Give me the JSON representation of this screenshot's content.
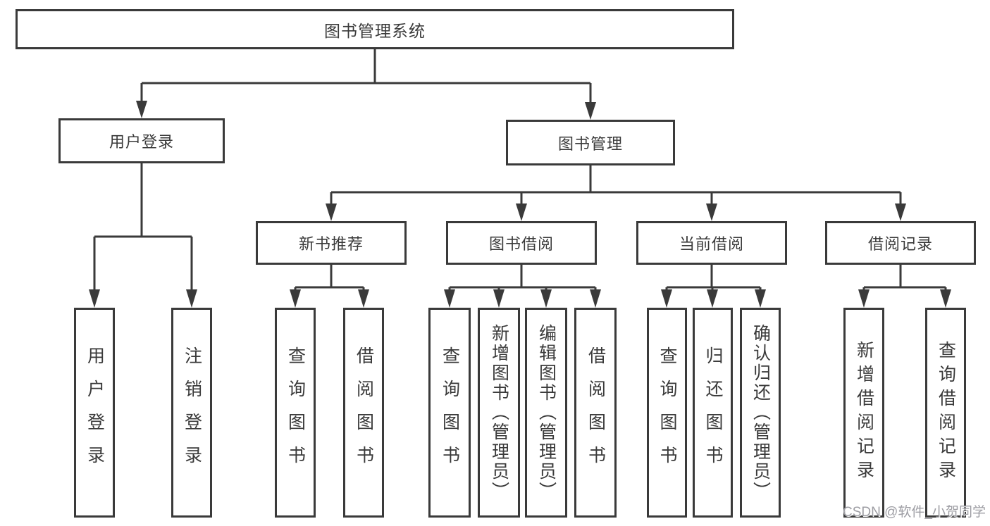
{
  "diagram": {
    "root": {
      "label": "图书管理系统"
    },
    "branches": [
      {
        "label": "用户登录",
        "children": [
          {
            "label": "用户登录"
          },
          {
            "label": "注销登录"
          }
        ]
      },
      {
        "label": "图书管理",
        "children": [
          {
            "label": "新书推荐",
            "children": [
              {
                "label": "查询图书"
              },
              {
                "label": "借阅图书"
              }
            ]
          },
          {
            "label": "图书借阅",
            "children": [
              {
                "label": "查询图书"
              },
              {
                "label": "新增图书（管理员）"
              },
              {
                "label": "编辑图书（管理员）"
              },
              {
                "label": "借阅图书"
              }
            ]
          },
          {
            "label": "当前借阅",
            "children": [
              {
                "label": "查询图书"
              },
              {
                "label": "归还图书"
              },
              {
                "label": "确认归还（管理员）"
              }
            ]
          },
          {
            "label": "借阅记录",
            "children": [
              {
                "label": "新增借阅记录"
              },
              {
                "label": "查询借阅记录"
              }
            ]
          }
        ]
      }
    ],
    "watermark": "CSDN @软件_小贺同学",
    "colors": {
      "line": "#3a3a3a",
      "text": "#3a3a3a",
      "box_background": "#ffffff",
      "page_background": "#ffffff",
      "watermark": "#9d9da3"
    }
  }
}
